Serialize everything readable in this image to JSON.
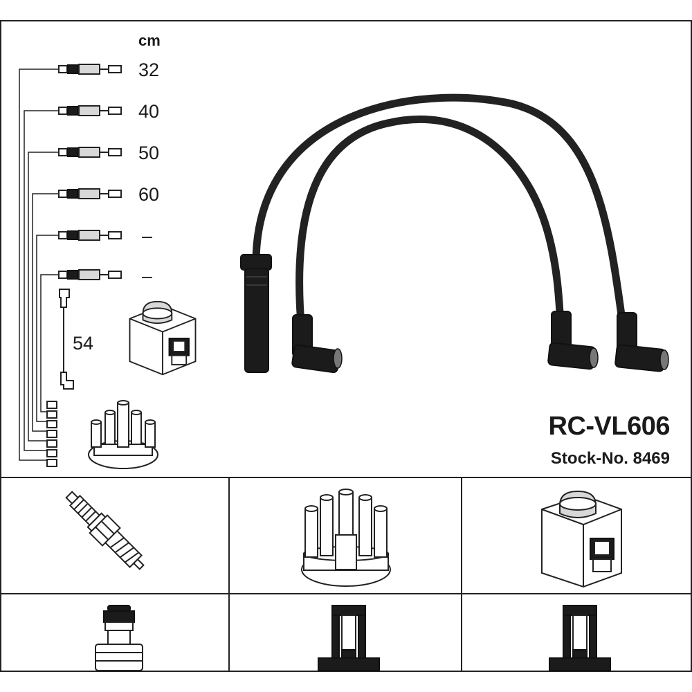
{
  "header": {
    "unit": "cm"
  },
  "cables": [
    {
      "length": "32"
    },
    {
      "length": "40"
    },
    {
      "length": "50"
    },
    {
      "length": "60"
    },
    {
      "length": "–"
    },
    {
      "length": "–"
    }
  ],
  "coil_cable": {
    "length": "54"
  },
  "product": {
    "name": "RC-VL606",
    "stock": "Stock-No. 8469"
  }
}
